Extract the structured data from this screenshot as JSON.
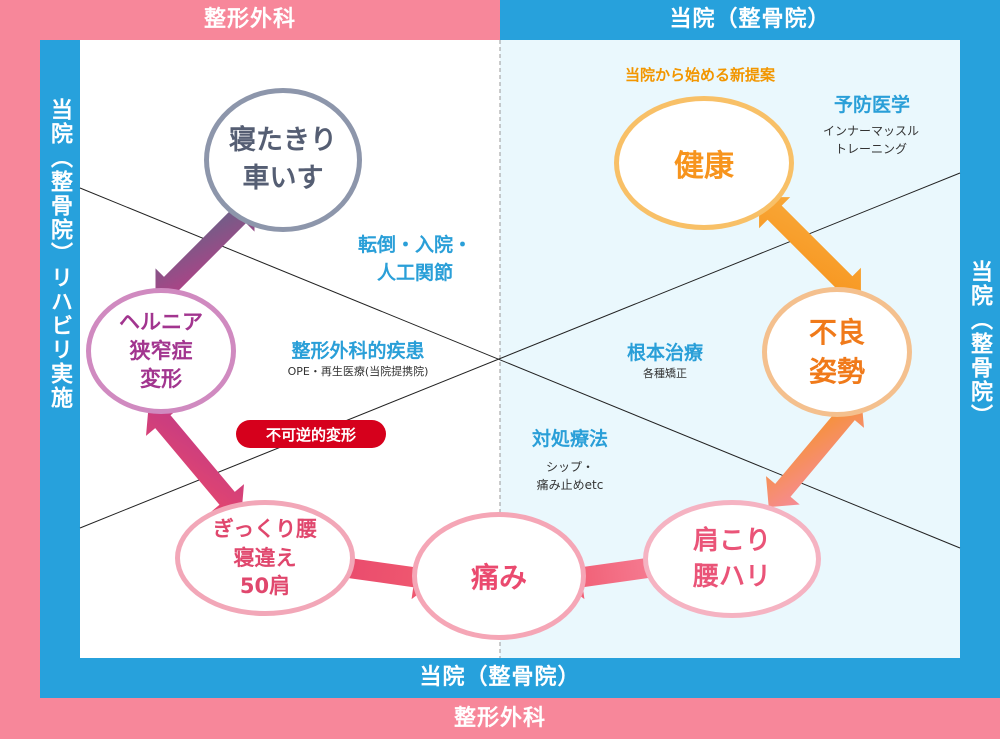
{
  "bands": {
    "top_left": "整形外科",
    "top_right": "当院（整骨院）",
    "bottom_inner": "当院（整骨院）",
    "bottom_outer": "整形外科",
    "left_vertical": "当院（整骨院）リハビリ実施",
    "right_vertical": "当院（整骨院）"
  },
  "circles": {
    "bedridden": [
      "寝たきり",
      "車いす"
    ],
    "hernia": [
      "ヘルニア",
      "狭窄症",
      "変形"
    ],
    "gikkuri": [
      "ぎっくり腰",
      "寝違え",
      "50肩"
    ],
    "pain": [
      "痛み"
    ],
    "shoulder": [
      "肩こり",
      "腰ハリ"
    ],
    "posture": [
      "不良",
      "姿勢"
    ],
    "health": [
      "健康"
    ]
  },
  "labels": {
    "proposal": "当院から始める新提案",
    "prevention_title": "予防医学",
    "prevention_sub": [
      "インナーマッスル",
      "トレーニング"
    ],
    "fall_title": [
      "転倒・入院・",
      "人工関節"
    ],
    "ortho_title": "整形外科的疾患",
    "ortho_sub": "OPE・再生医療(当院提携院)",
    "irreversible": "不可逆的変形",
    "root_title": "根本治療",
    "root_sub": "各種矯正",
    "symptom_title": "対処療法",
    "symptom_sub": [
      "シップ・",
      "痛み止めetc"
    ]
  },
  "colors": {
    "pink_band": "#f7879a",
    "blue_band": "#27a1dc",
    "left_panel": "#ffffff",
    "right_panel": "#eaf8fd",
    "accent_red": "#d6001c",
    "label_blue": "#2a9fd8",
    "proposal_orange": "#f29600"
  }
}
